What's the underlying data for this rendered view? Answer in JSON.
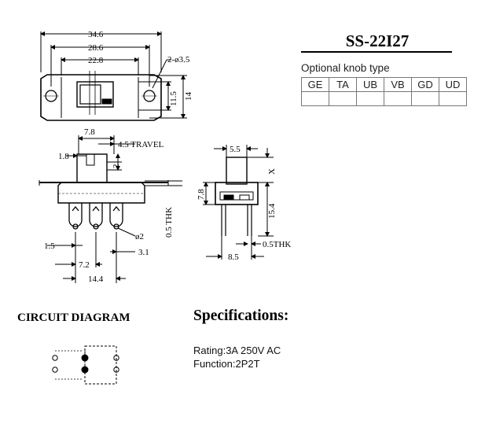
{
  "part_number": "SS-22I27",
  "knob": {
    "caption": "Optional knob type",
    "types": [
      "GE",
      "TA",
      "UB",
      "VB",
      "GD",
      "UD"
    ]
  },
  "dimensions": {
    "top_view": {
      "overall_length": "34.6",
      "mounting_span": "28.6",
      "body_length": "22.8",
      "hole_note": "2-ø3.5",
      "body_height": "11.5",
      "plate_height": "14"
    },
    "side_view": {
      "actuator_offset": "7.8",
      "travel": "4.5 TRAVEL",
      "knob_width": "1.8",
      "knob_height": "2",
      "pin_offset": "1.5",
      "pin_hole": "ø2",
      "pin_pitch": "3.1",
      "pin_span": "7.2",
      "pin_total": "14.4",
      "thickness": "0.5 THK"
    },
    "end_view": {
      "knob_width": "5.5",
      "knob_x": "X",
      "body_height": "7.8",
      "total_height": "15.4",
      "thickness": "0.5THK",
      "body_width": "8.5"
    }
  },
  "circuit": {
    "title": "CIRCUIT DIAGRAM"
  },
  "specifications": {
    "title": "Specifications:",
    "rating": "Rating:3A 250V AC",
    "function": "Function:2P2T"
  }
}
